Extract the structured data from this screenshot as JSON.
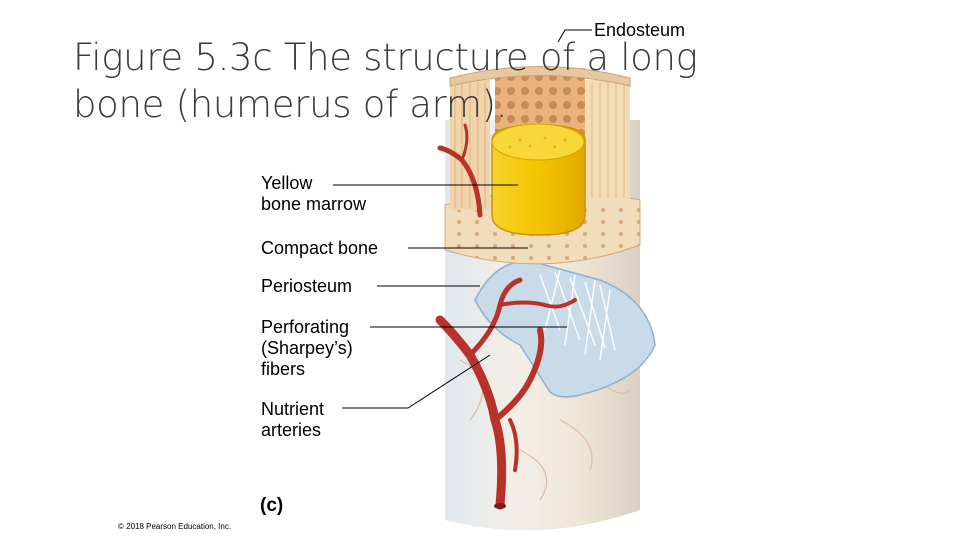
{
  "slide": {
    "title": "Figure 5.3c The structure of a long bone (humerus of arm).",
    "labels": {
      "endosteum": "Endosteum",
      "yellow_marrow": "Yellow\nbone marrow",
      "compact_bone": "Compact bone",
      "periosteum": "Periosteum",
      "perforating_fibers": "Perforating\n(Sharpey’s)\nfibers",
      "nutrient_arteries": "Nutrient\narteries"
    },
    "figure_letter": "(c)",
    "copyright": "© 2018 Pearson Education, Inc."
  },
  "colors": {
    "marrow": "#f2c40f",
    "artery": "#b8322a",
    "periosteum": "#c9dbe9",
    "compact_bone": "#f0d6b2",
    "spongy_bone": "#e8b07e"
  }
}
